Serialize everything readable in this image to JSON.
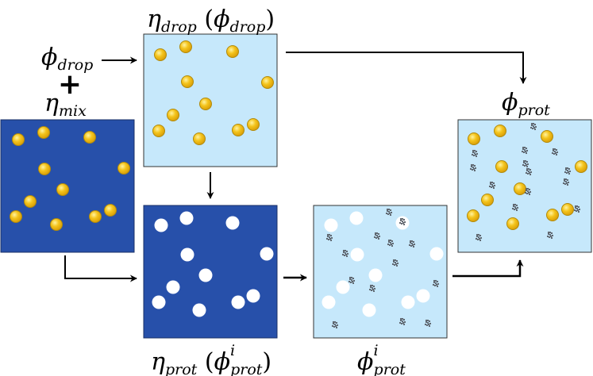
{
  "labels": {
    "eta_drop": {
      "symbol": "η",
      "sub": "drop",
      "arg_symbol": "ϕ",
      "arg_sub": "drop"
    },
    "phi_drop": {
      "symbol": "ϕ",
      "sub": "drop"
    },
    "plus": "+",
    "eta_mix": {
      "symbol": "η",
      "sub": "mix"
    },
    "phi_prot": {
      "symbol": "ϕ",
      "sub": "prot"
    },
    "eta_prot": {
      "symbol": "η",
      "sub": "prot",
      "arg_symbol": "ϕ",
      "arg_sup": "i",
      "arg_sub": "prot"
    },
    "phi_prot_i": {
      "symbol": "ϕ",
      "sup": "i",
      "sub": "prot"
    }
  },
  "colors": {
    "dark_blue": "#2750aa",
    "light_blue": "#c6e8fb",
    "yellow_sphere": "#f2c21a",
    "sphere_edge": "#b18a0c",
    "white_void": "#ffffff",
    "protein": "#555b63",
    "arrow": "#000000"
  },
  "icons": [
    "droplet-sphere",
    "protein-cluster",
    "empty-void",
    "arrow"
  ]
}
